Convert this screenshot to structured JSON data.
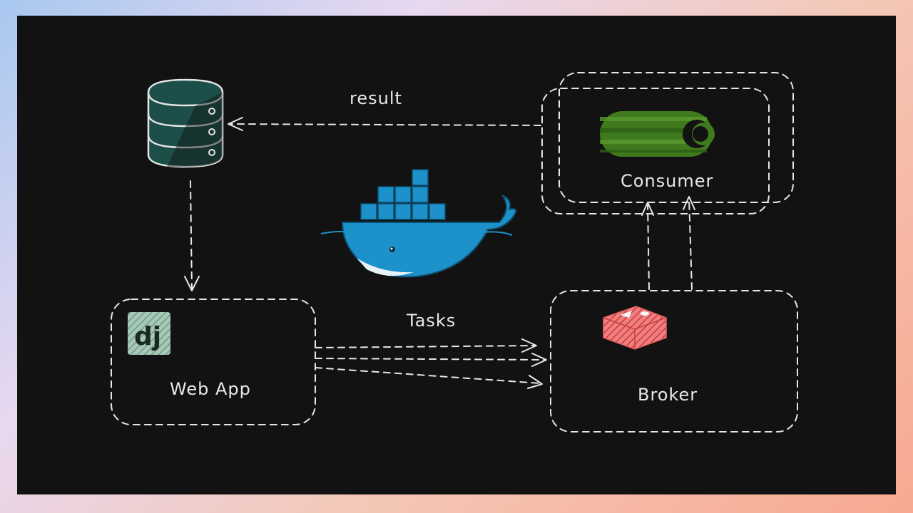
{
  "labels": {
    "result": "result",
    "tasks": "Tasks",
    "consumer": "Consumer",
    "web_app": "Web App",
    "broker": "Broker",
    "django_logo": "dj"
  },
  "icons": {
    "database": "database-icon",
    "docker": "docker-whale-icon",
    "django": "django-logo-icon",
    "celery": "celery-cucumber-icon",
    "redis": "redis-icon"
  },
  "colors": {
    "background": "#121212",
    "line": "#e6e6e6",
    "django": "#a8c8b8",
    "celery": "#3f7a1e",
    "redis": "#e86060",
    "docker": "#1d91c9"
  }
}
